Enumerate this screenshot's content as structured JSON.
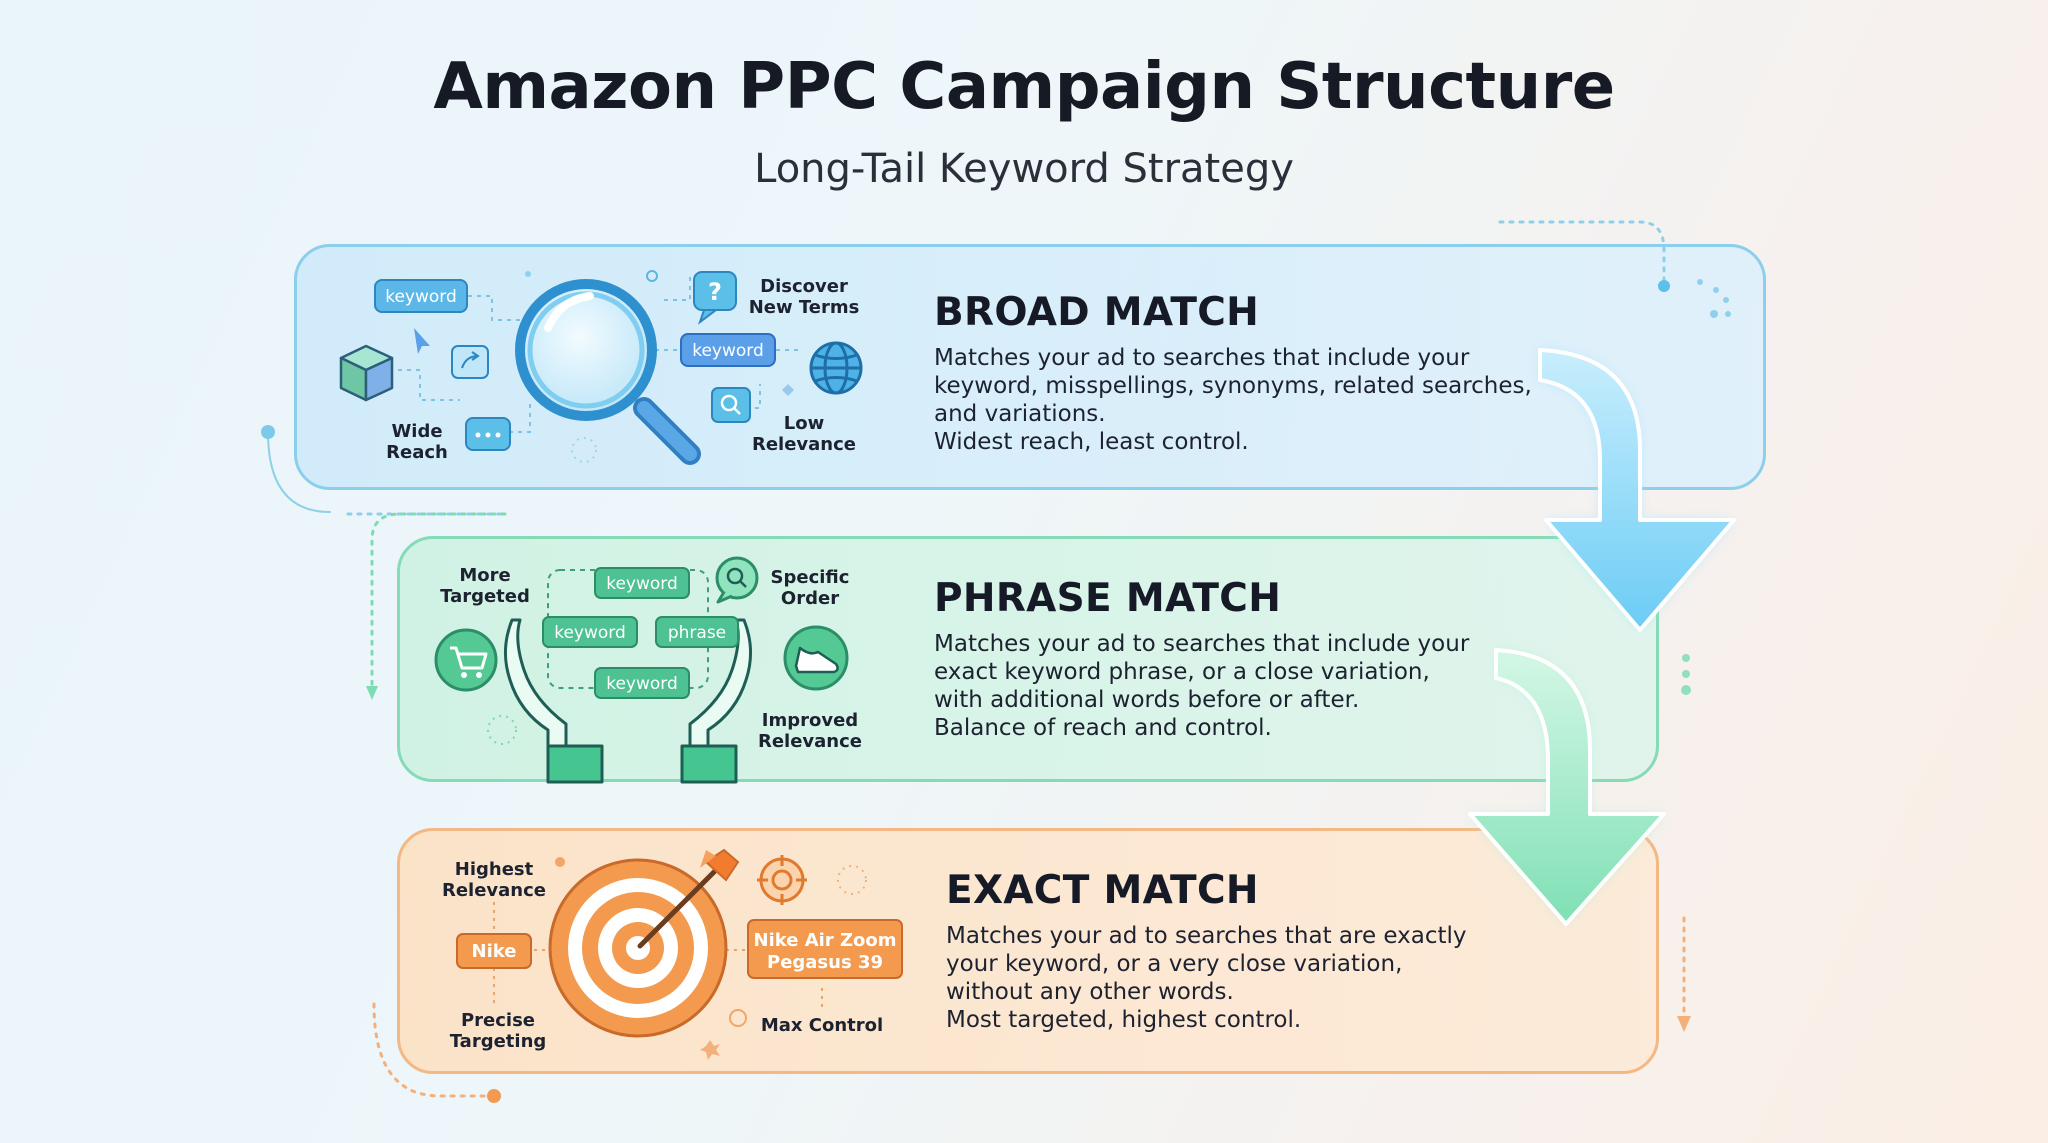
{
  "header": {
    "title": "Amazon PPC Campaign Structure",
    "subtitle": "Long-Tail Keyword Strategy"
  },
  "colors": {
    "broad_accent": "#5cc0ea",
    "phrase_accent": "#45c590",
    "exact_accent": "#f39a4e",
    "broad_arrow": "#7fd2f6",
    "phrase_arrow": "#8fe6c0"
  },
  "broad": {
    "heading": "BROAD MATCH",
    "description": [
      "Matches your ad to searches that include your",
      "keyword, misspellings, synonyms, related searches,",
      "and variations.",
      "Widest reach, least control."
    ],
    "chips": [
      "keyword",
      "keyword"
    ],
    "labels": {
      "discover_1": "Discover",
      "discover_2": "New Terms",
      "wide_1": "Wide",
      "wide_2": "Reach",
      "low_1": "Low",
      "low_2": "Relevance"
    },
    "icons": [
      "magnifier-icon",
      "question-bubble-icon",
      "globe-icon",
      "box-icon",
      "cursor-icon",
      "chat-dots-icon",
      "search-small-icon"
    ]
  },
  "phrase": {
    "heading": "PHRASE MATCH",
    "description": [
      "Matches your ad to searches that include your",
      "exact keyword phrase, or a close variation,",
      "with additional words before or after.",
      "Balance of reach and control."
    ],
    "chips": [
      "keyword",
      "keyword",
      "phrase",
      "keyword"
    ],
    "labels": {
      "more_1": "More",
      "more_2": "Targeted",
      "specific_1": "Specific",
      "specific_2": "Order",
      "improved_1": "Improved",
      "improved_2": "Relevance"
    },
    "icons": [
      "hands-icon",
      "cart-icon",
      "search-bubble-icon",
      "shoe-icon"
    ]
  },
  "exact": {
    "heading": "EXACT MATCH",
    "description": [
      "Matches your ad to searches that are exactly",
      "your keyword, or a very close variation,",
      "without any other words.",
      "Most targeted, highest control."
    ],
    "chips": {
      "brand": "Nike",
      "product_1": "Nike Air Zoom",
      "product_2": "Pegasus 39"
    },
    "labels": {
      "highest_1": "Highest",
      "highest_2": "Relevance",
      "precise_1": "Precise",
      "precise_2": "Targeting",
      "max": "Max Control"
    },
    "icons": [
      "target-icon",
      "crosshair-icon"
    ]
  }
}
